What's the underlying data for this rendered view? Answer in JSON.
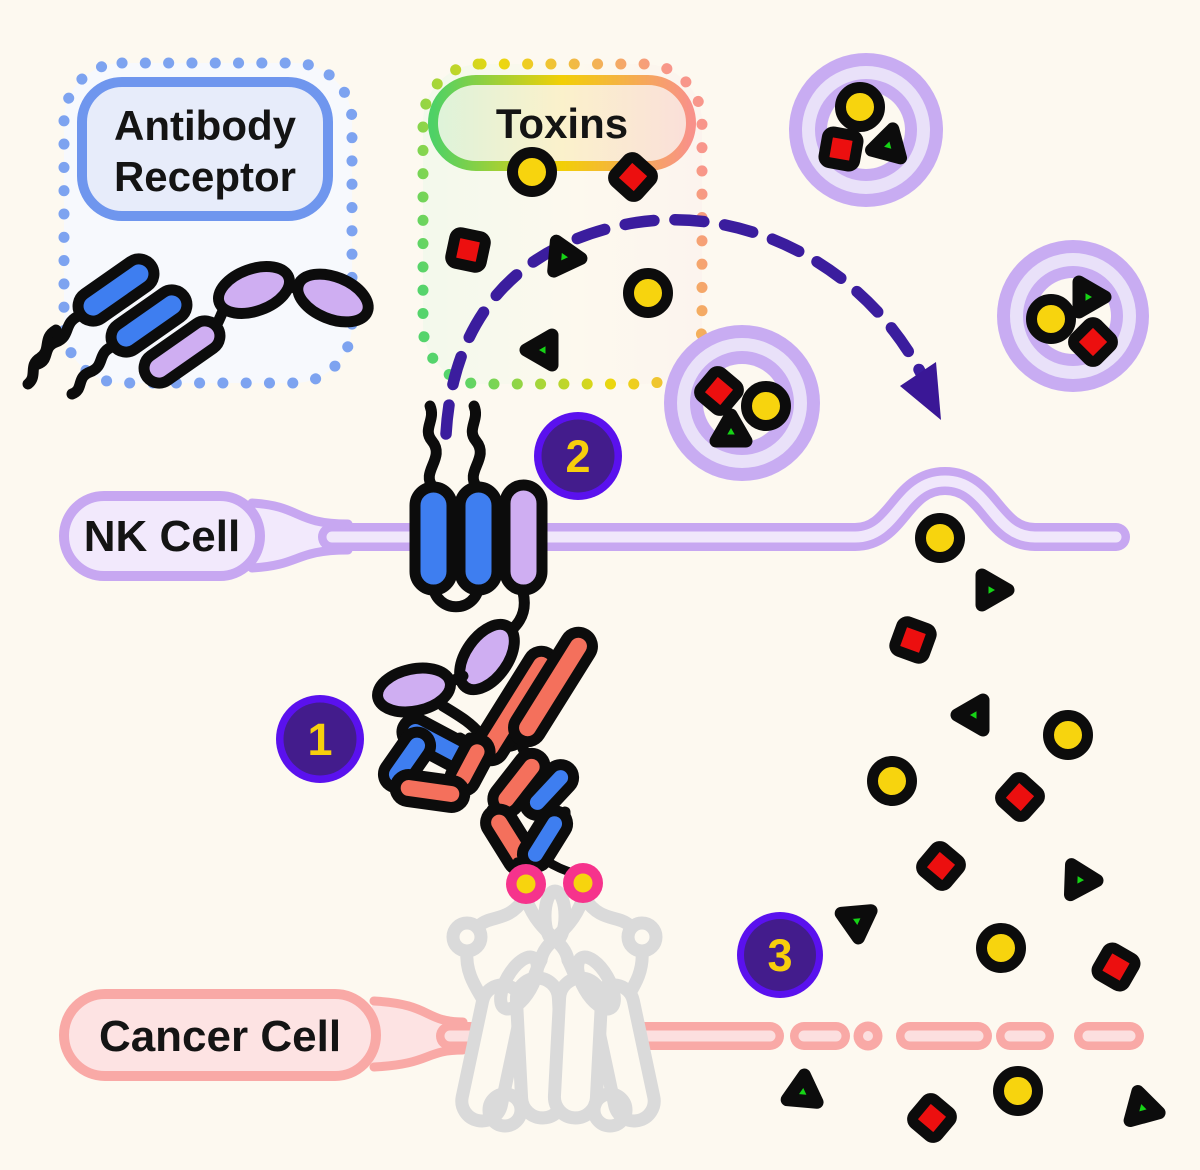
{
  "diagram": {
    "background_color": "#fdf9f0",
    "legend": {
      "antibody_receptor": {
        "label_line1": "Antibody",
        "label_line2": "Receptor",
        "box_border_color": "#7da3f0",
        "pill_border_color": "#6f96ee",
        "pill_fill_color": "#e7ecfa"
      },
      "toxins": {
        "label": "Toxins",
        "border_gradient": [
          "#55d46c",
          "#ecd70e",
          "#f8968b"
        ]
      }
    },
    "cells": {
      "nk_cell": {
        "label": "NK Cell",
        "membrane_color": "#c7a7f1",
        "label_fill": "#f2e9fc"
      },
      "cancer_cell": {
        "label": "Cancer Cell",
        "membrane_color": "#f9a9a6",
        "label_fill": "#fde3e3"
      }
    },
    "steps": [
      {
        "number": "1"
      },
      {
        "number": "2"
      },
      {
        "number": "3"
      }
    ],
    "step_badge": {
      "ring_color": "#5a11ee",
      "fill_color": "#431c8c",
      "number_color": "#f7cf0c"
    },
    "toxin_types": [
      {
        "name": "yellow-toxin",
        "shape": "circle",
        "color": "#f7d40e"
      },
      {
        "name": "red-toxin",
        "shape": "rounded-square",
        "color": "#ec0f0f"
      },
      {
        "name": "green-toxin",
        "shape": "rounded-triangle",
        "color": "#16d316"
      }
    ],
    "antibody_colors": {
      "heavy_chain": "#f4705c",
      "light_chain": "#3e7ef0",
      "receptor_chain": "#cfaef2"
    },
    "vesicle_color": "#c8acf2",
    "binding_site": {
      "ring_color": "#f6338c",
      "center_color": "#f7d40e"
    },
    "arrow_color": "#3b1d9e"
  }
}
